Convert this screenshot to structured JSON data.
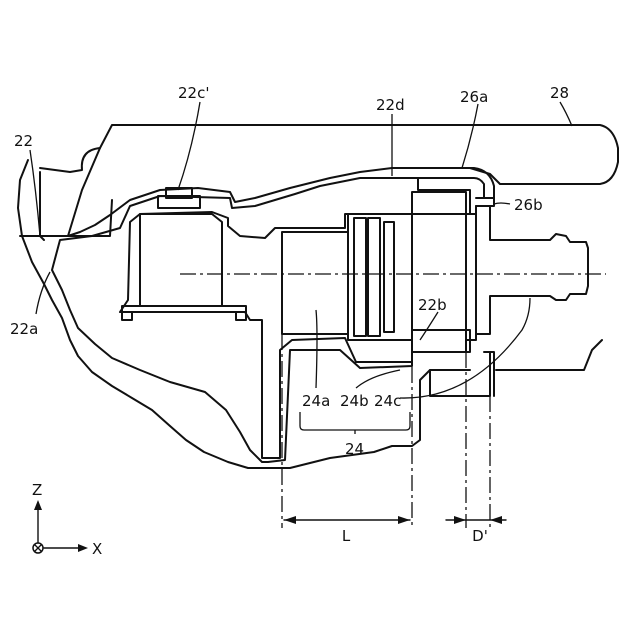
{
  "labels": {
    "l22": "22",
    "l22a": "22a",
    "l22b": "22b",
    "l22c": "22c'",
    "l22d": "22d",
    "l24": "24",
    "l24a": "24a",
    "l24b": "24b",
    "l24c": "24c",
    "l26a": "26a",
    "l26b": "26b",
    "l28": "28",
    "dimL": "L",
    "dimD": "D'"
  },
  "axes": {
    "z": "Z",
    "x": "X"
  }
}
